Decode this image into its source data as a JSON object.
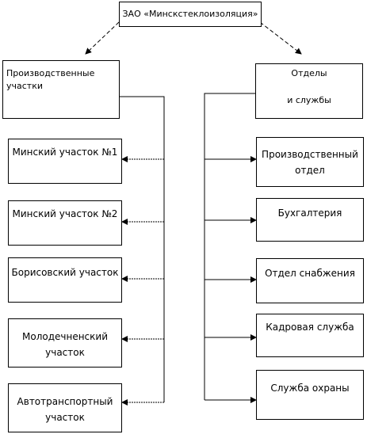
{
  "root": {
    "label": "ЗАО «Минскстеклоизоляция»"
  },
  "left_header": {
    "label": "Производственные участки"
  },
  "right_header": {
    "line1": "Отделы",
    "line2": "и службы"
  },
  "left_items": [
    {
      "label": "Минский участок №1"
    },
    {
      "label": "Минский участок №2"
    },
    {
      "label": "Борисовский участок"
    },
    {
      "label": "Молодечненский\nучасток"
    },
    {
      "label": "Автотранспортный\nучасток"
    }
  ],
  "right_items": [
    {
      "label": "Производственный\nотдел"
    },
    {
      "label": "Бухгалтерия"
    },
    {
      "label": "Отдел снабжения"
    },
    {
      "label": "Кадровая служба"
    },
    {
      "label": "Служба охраны"
    }
  ]
}
